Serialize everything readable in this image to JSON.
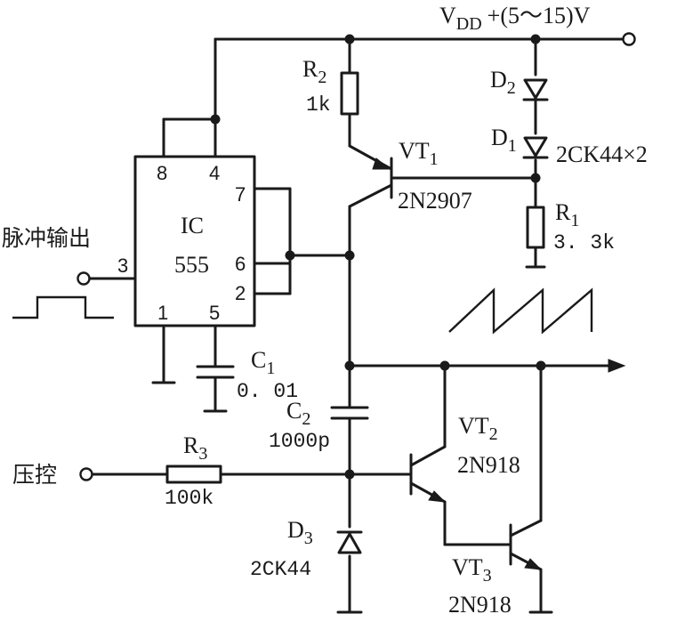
{
  "supply": {
    "name": "V",
    "sub": "DD",
    "value": "+(5～15)V"
  },
  "ic": {
    "name": "IC",
    "type": "555",
    "pins": {
      "p1": "1",
      "p2": "2",
      "p3": "3",
      "p4": "4",
      "p5": "5",
      "p6": "6",
      "p7": "7",
      "p8": "8"
    }
  },
  "r1": {
    "name": "R",
    "sub": "1",
    "value": "3. 3k"
  },
  "r2": {
    "name": "R",
    "sub": "2",
    "value": "1k"
  },
  "r3": {
    "name": "R",
    "sub": "3",
    "value": "100k"
  },
  "c1": {
    "name": "C",
    "sub": "1",
    "value": "0. 01"
  },
  "c2": {
    "name": "C",
    "sub": "2",
    "value": "1000p"
  },
  "d1": {
    "name": "D",
    "sub": "1"
  },
  "d2": {
    "name": "D",
    "sub": "2"
  },
  "d12_part": "2CK44×2",
  "d3": {
    "name": "D",
    "sub": "3",
    "part": "2CK44"
  },
  "vt1": {
    "name": "VT",
    "sub": "1",
    "part": "2N2907"
  },
  "vt2": {
    "name": "VT",
    "sub": "2",
    "part": "2N918"
  },
  "vt3": {
    "name": "VT",
    "sub": "3",
    "part": "2N918"
  },
  "pulse_label": "脉冲输出",
  "vc_label": "压控"
}
